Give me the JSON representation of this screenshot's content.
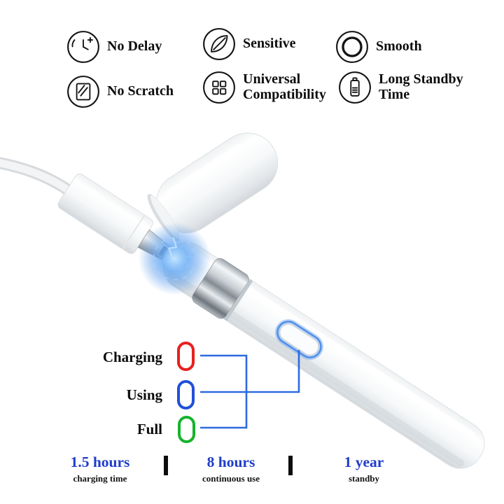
{
  "features": [
    {
      "label": "No Delay",
      "icon": "alarm-clock"
    },
    {
      "label": "Sensitive",
      "icon": "leaf"
    },
    {
      "label": "Smooth",
      "icon": "smooth-ring"
    },
    {
      "label": "No Scratch",
      "icon": "screen-protector"
    },
    {
      "label": "Universal Compatibility",
      "icon": "app-grid"
    },
    {
      "label": "Long Standby Time",
      "icon": "battery"
    }
  ],
  "led_legend": {
    "items": [
      {
        "label": "Charging",
        "color": "#e8201e"
      },
      {
        "label": "Using",
        "color": "#2150d8"
      },
      {
        "label": "Full",
        "color": "#17b32c"
      }
    ]
  },
  "stats": [
    {
      "value": "1.5 hours",
      "caption": "charging time"
    },
    {
      "value": "8 hours",
      "caption": "continuous use"
    },
    {
      "value": "1 year",
      "caption": "standby"
    }
  ],
  "colors": {
    "stat_value_blue": "#1f3dcb",
    "callout_blue": "#2e6ae0",
    "button_glow_blue": "#5b9cf0",
    "led_charging_red": "#e8201e",
    "led_using_blue": "#2150d8",
    "led_full_green": "#17b32c",
    "pen_white": "#ffffff",
    "chrome_silver": "#aab1b7"
  }
}
